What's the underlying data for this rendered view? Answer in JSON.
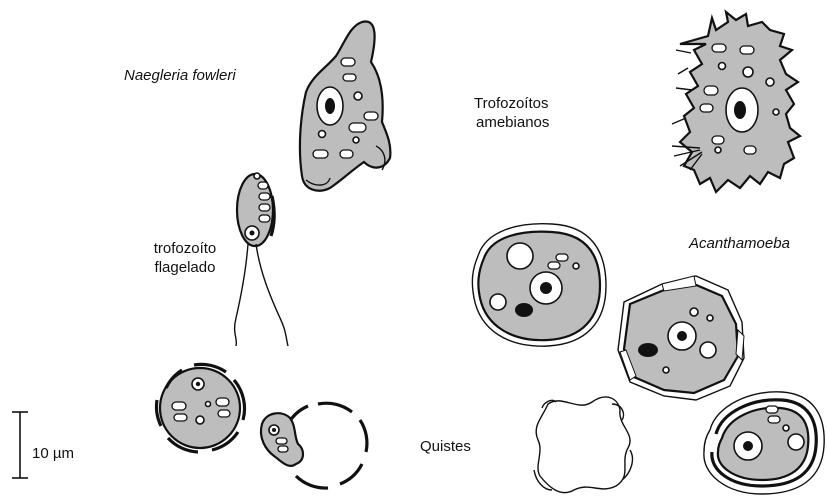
{
  "labels": {
    "naegleria": "Naegleria fowleri",
    "trophozoites": [
      "Trofozoítos",
      "amebianos"
    ],
    "flagellate": [
      "trofozoíto",
      "flagelado"
    ],
    "acanthamoeba": "Acanthamoeba",
    "cysts": "Quistes",
    "scale": "10 µm"
  }
}
